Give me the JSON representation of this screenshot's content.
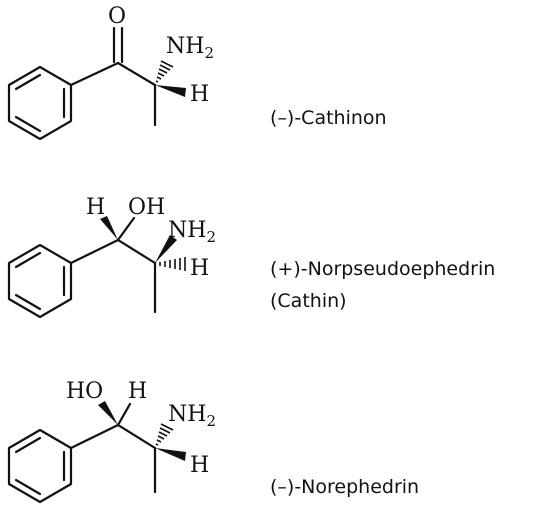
{
  "molecules": [
    {
      "name": "(–)-Cathinon",
      "atoms": {
        "o_top": "O",
        "nh_main": "NH",
        "nh_sub": "2",
        "h_right": "H"
      }
    },
    {
      "name_line1": "(+)-Norpseudoephedrin",
      "name_line2": "(Cathin)",
      "atoms": {
        "h_top": "H",
        "oh_top": "OH",
        "nh_main": "NH",
        "nh_sub": "2",
        "h_right": "H"
      }
    },
    {
      "name": "(–)-Norephedrin",
      "atoms": {
        "ho_top": "HO",
        "h_top": "H",
        "nh_main": "NH",
        "nh_sub": "2",
        "h_right": "H"
      }
    }
  ]
}
